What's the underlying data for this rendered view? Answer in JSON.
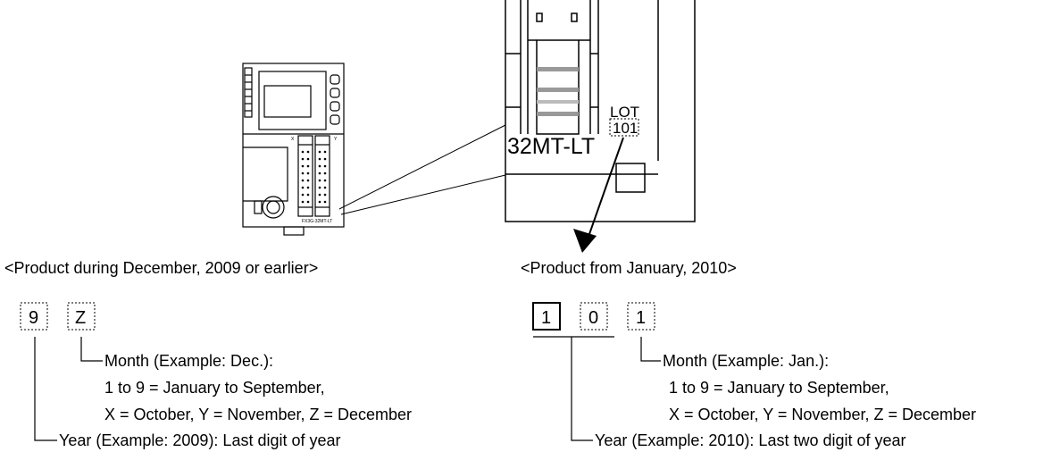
{
  "closeup": {
    "model": "32MT-LT",
    "lot_label": "LOT",
    "lot_number": "101"
  },
  "plc": {
    "x_label": "X",
    "y_label": "Y",
    "bottom_label": "FX3G-32MT-LT"
  },
  "left_section": {
    "heading": "<Product during December, 2009 or earlier>",
    "digits": [
      "9",
      "Z"
    ],
    "month_title": "Month (Example: Dec.):",
    "month_line1": "1 to 9 = January to September,",
    "month_line2": "X = October, Y = November, Z = December",
    "year_text": "Year (Example: 2009): Last digit of year"
  },
  "right_section": {
    "heading": "<Product from January, 2010>",
    "digits": [
      "1",
      "0",
      "1"
    ],
    "month_title": "Month (Example: Jan.):",
    "month_line1": "1 to 9 = January to September,",
    "month_line2": "X = October, Y = November, Z = December",
    "year_text": "Year (Example: 2010): Last two digit of year"
  }
}
